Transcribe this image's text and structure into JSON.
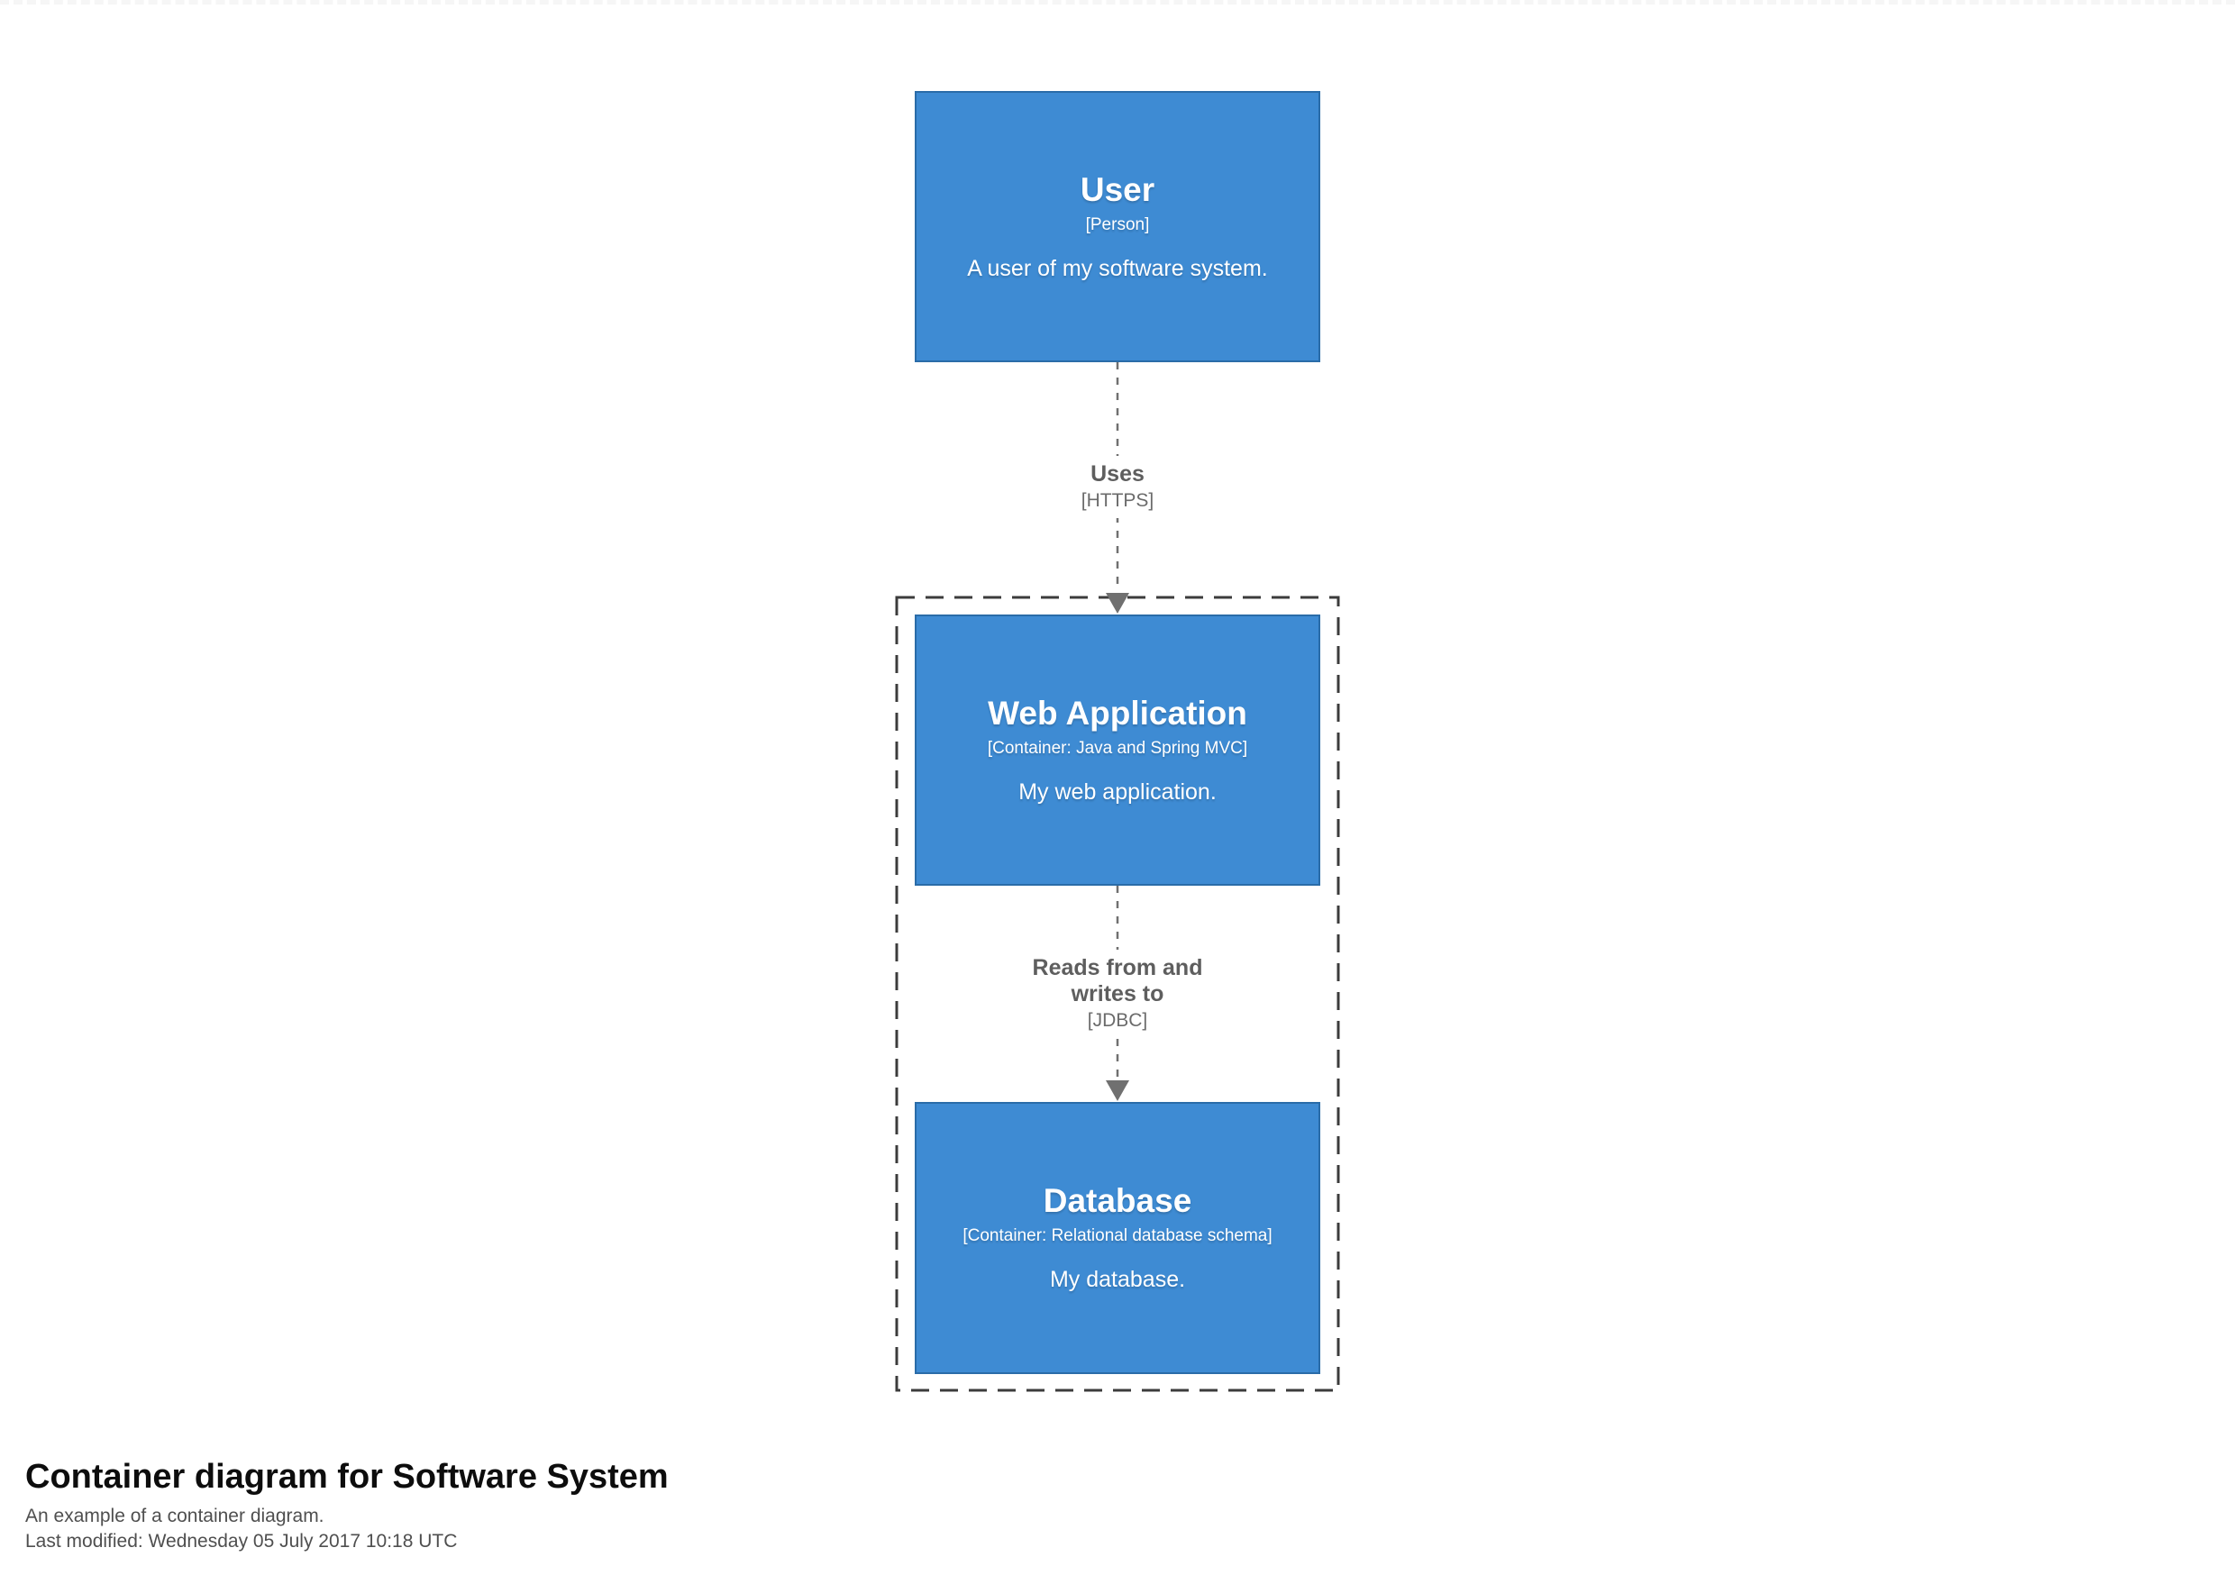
{
  "colors": {
    "element-fill": "#3e8bd3",
    "element-stroke": "#2a6ca8",
    "element-text": "#ffffff",
    "relationship-color": "#707070",
    "relationship-text": "#5e5e5e",
    "relationship-tech-text": "#6b6b6b",
    "boundary-color": "#3c3c3c",
    "title-color": "#0d0d0d",
    "subtitle-color": "#4f4f4f"
  },
  "elements": {
    "user": {
      "name": "User",
      "meta": "[Person]",
      "desc": "A user of my software system."
    },
    "web_application": {
      "name": "Web Application",
      "meta": "[Container: Java and Spring MVC]",
      "desc": "My web application."
    },
    "database": {
      "name": "Database",
      "meta": "[Container: Relational database schema]",
      "desc": "My database."
    }
  },
  "relationships": {
    "uses": {
      "name": "Uses",
      "tech": "[HTTPS]"
    },
    "reads_writes": {
      "name": "Reads from and writes to",
      "tech": "[JDBC]"
    }
  },
  "footer": {
    "title": "Container diagram for Software System",
    "subtitle": "An example of a container diagram.",
    "last_modified": "Last modified: Wednesday 05 July 2017 10:18 UTC"
  }
}
